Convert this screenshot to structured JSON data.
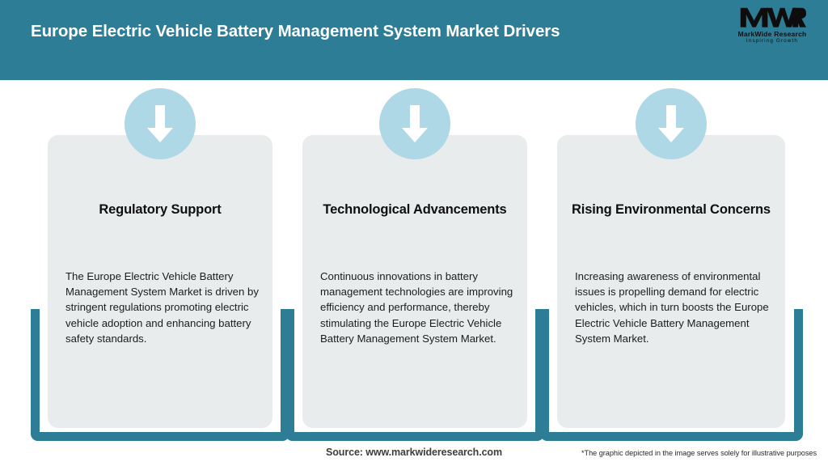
{
  "header": {
    "title": "Europe Electric Vehicle Battery Management System Market Drivers",
    "background_color": "#2E7D96",
    "title_color": "#FFFFFF"
  },
  "logo": {
    "mark": "MWR",
    "name": "MarkWide Research",
    "tagline": "Inspiring Growth"
  },
  "theme": {
    "accent_color": "#2E7D96",
    "card_background": "#E8ECED",
    "icon_circle_color": "#AFD8E6",
    "icon_arrow_color": "#FFFFFF",
    "page_background": "#FFFFFF"
  },
  "cards": [
    {
      "icon": "down-arrow-icon",
      "title": "Regulatory Support",
      "body": "The Europe Electric Vehicle Battery Management System Market is driven by stringent regulations promoting electric vehicle adoption and enhancing battery safety standards."
    },
    {
      "icon": "down-arrow-icon",
      "title": "Technological Advancements",
      "body": "Continuous innovations in battery management technologies are improving efficiency and performance, thereby stimulating the Europe Electric Vehicle Battery Management System Market."
    },
    {
      "icon": "down-arrow-icon",
      "title": "Rising Environmental Concerns",
      "body": "Increasing awareness of environmental issues is propelling demand for electric vehicles, which in turn boosts the Europe Electric Vehicle Battery Management System Market."
    }
  ],
  "footer": {
    "source": "Source: www.markwideresearch.com",
    "disclaimer": "*The graphic depicted in the image serves solely for illustrative purposes"
  }
}
